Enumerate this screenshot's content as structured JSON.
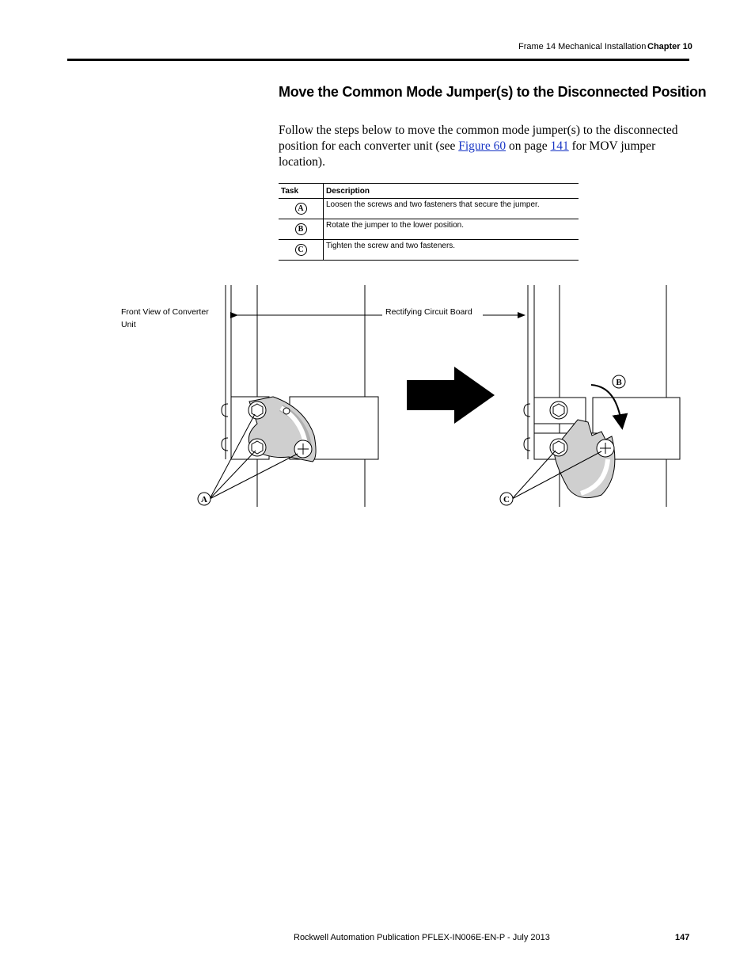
{
  "header": {
    "section": "Frame 14 Mechanical Installation",
    "chapter": "Chapter 10"
  },
  "section_title": "Move the Common Mode Jumper(s) to the Disconnected Position",
  "intro": {
    "text_before": "Follow the steps below to move the common mode jumper(s) to the disconnected position for each converter unit (see ",
    "figure_link": "Figure 60",
    "text_middle": " on page ",
    "page_link": "141",
    "text_after": " for MOV jumper location)."
  },
  "table": {
    "headers": [
      "Task",
      "Description"
    ],
    "rows": [
      {
        "task": "A",
        "description": "Loosen the screws and two fasteners that secure the jumper."
      },
      {
        "task": "B",
        "description": "Rotate the jumper to the lower position."
      },
      {
        "task": "C",
        "description": "Tighten the screw and two fasteners."
      }
    ]
  },
  "figure": {
    "label_front_view": [
      "Front View of Converter",
      "Unit"
    ],
    "label_board": "Rectifying Circuit Board",
    "callout_a": "A",
    "callout_b": "B",
    "callout_c": "C"
  },
  "footer": {
    "publication": "Rockwell Automation Publication PFLEX-IN006E-EN-P - July 2013",
    "page_number": "147"
  }
}
